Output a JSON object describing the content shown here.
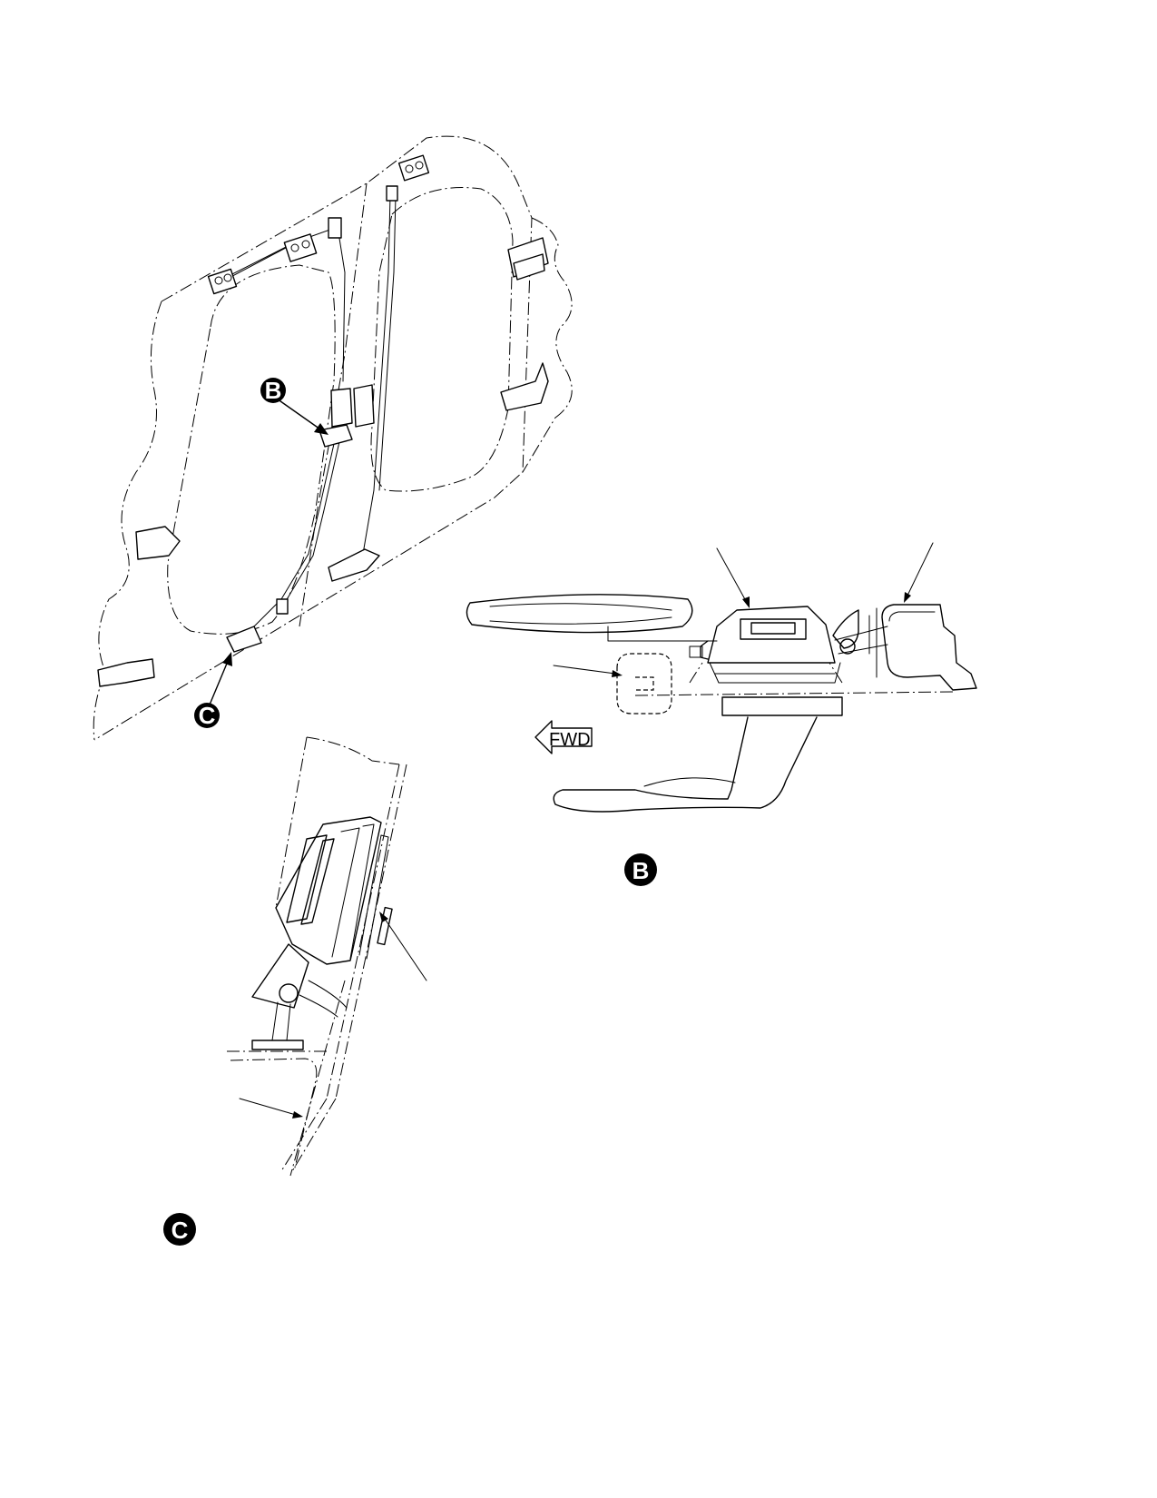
{
  "callouts": {
    "b": "B",
    "c": "C"
  },
  "view_labels": {
    "b": "B",
    "c": "C"
  },
  "direction": {
    "forward": "FWD"
  }
}
